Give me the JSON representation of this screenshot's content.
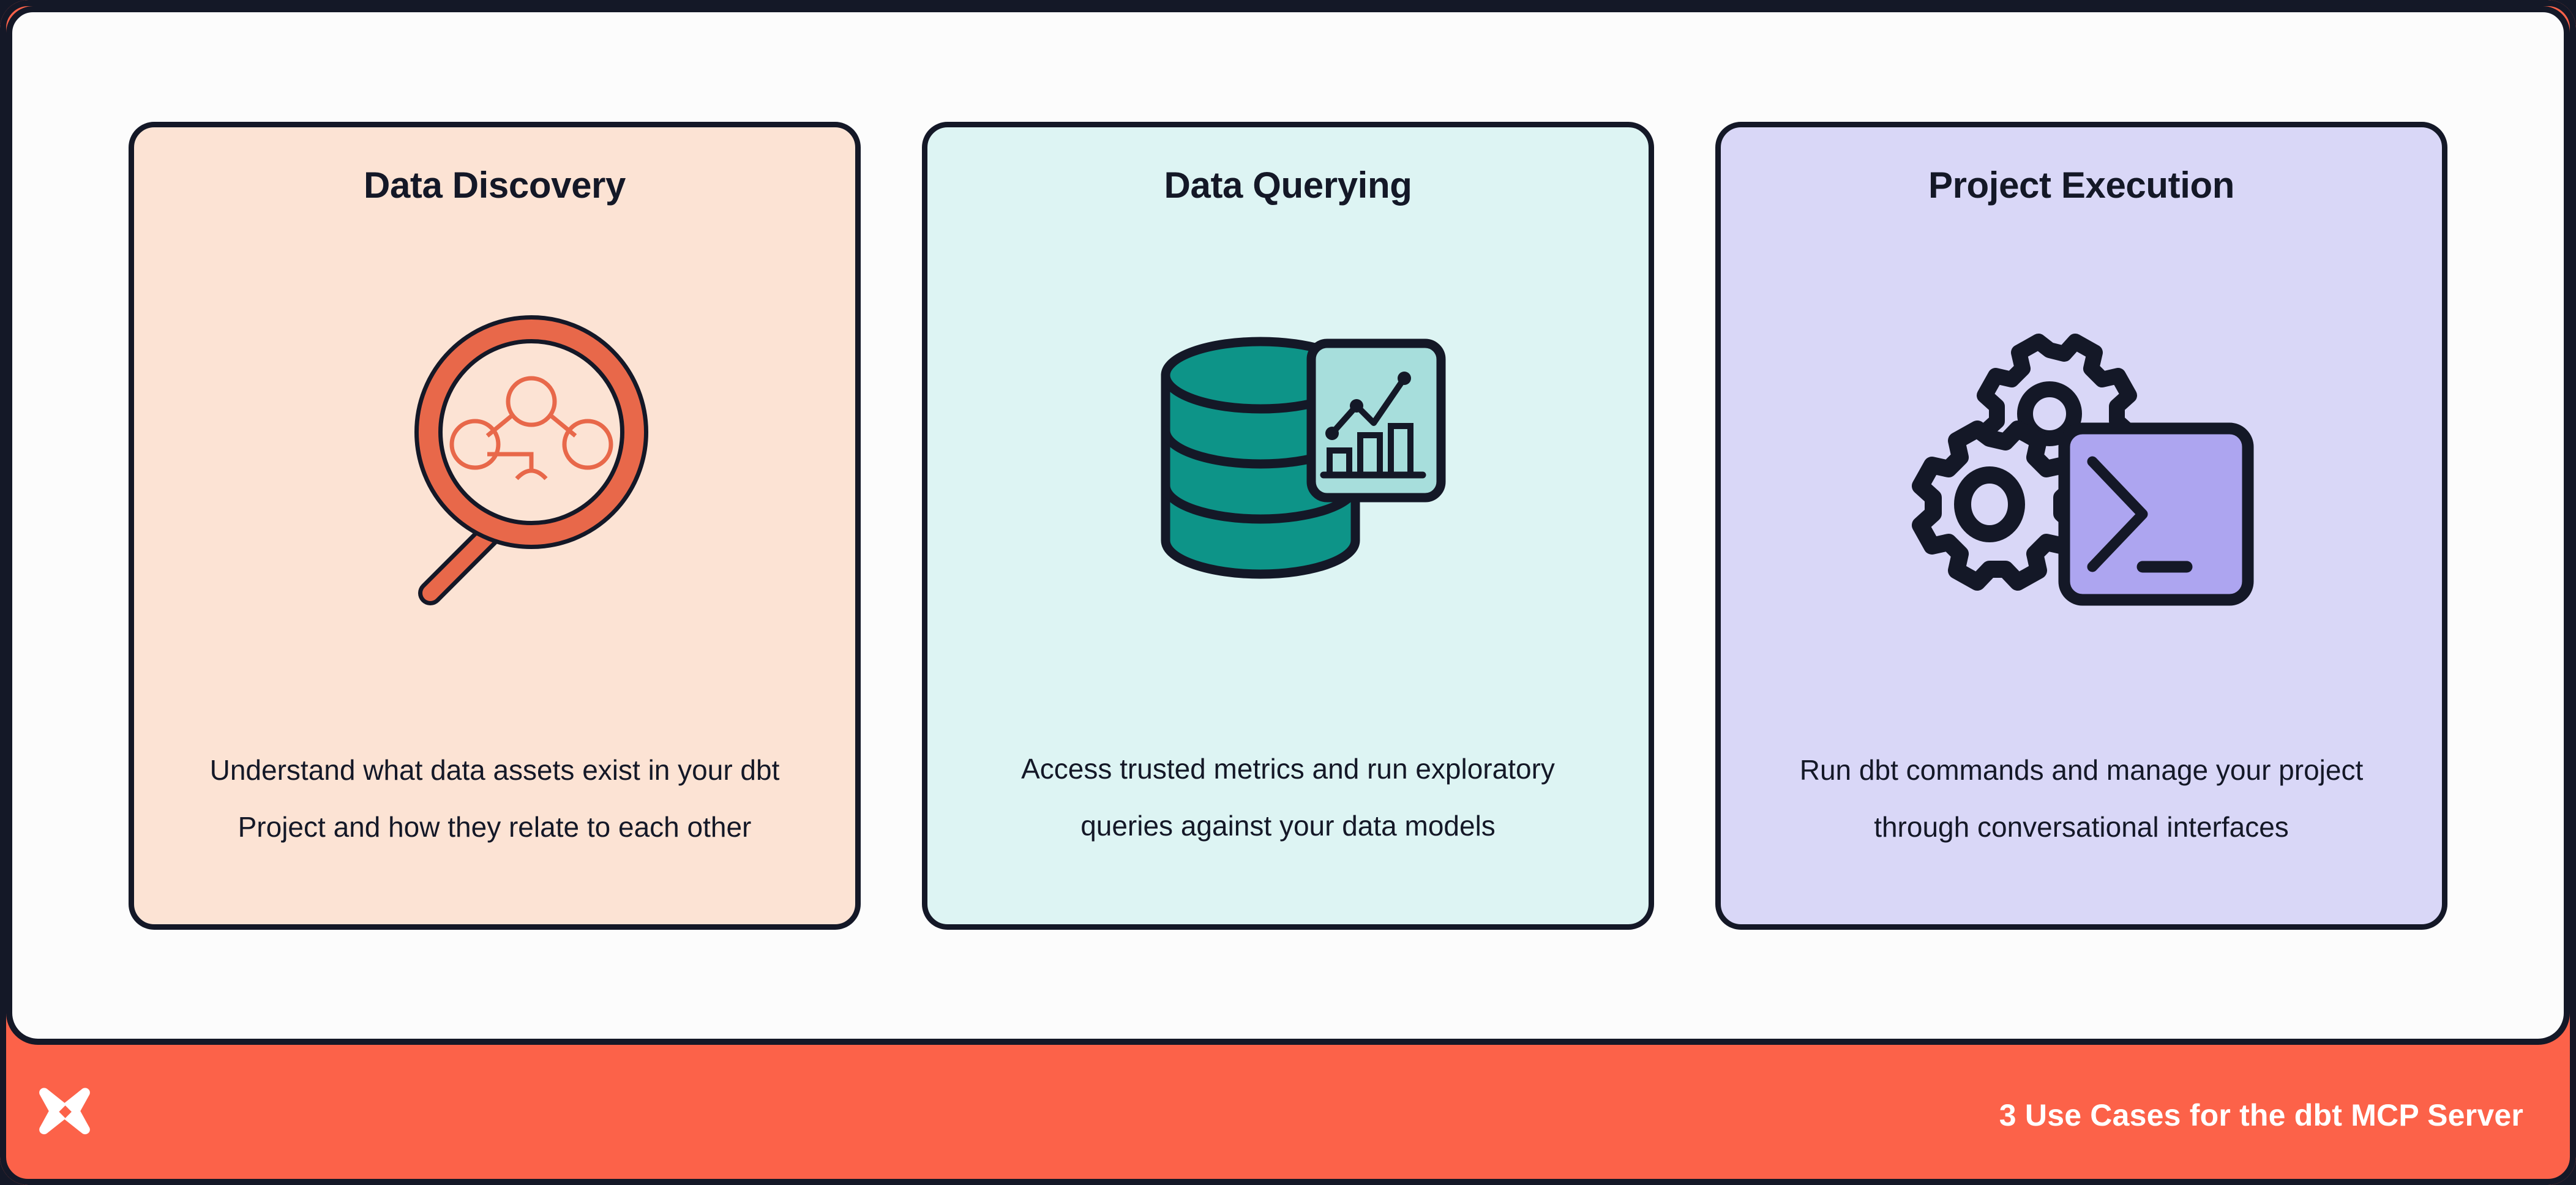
{
  "graphic": {
    "footer": {
      "caption": "3 Use Cases for the dbt MCP Server",
      "logo_icon": "dbt-x-logo-icon",
      "background_color": "#FC6249",
      "text_color": "#FFFFFF"
    },
    "frame": {
      "panel_color": "#FCFCFC",
      "outline_color": "#141827"
    },
    "cards": [
      {
        "id": "data-discovery",
        "title": "Data Discovery",
        "description": "Understand what data assets exist in your dbt Project and how they relate to each other",
        "icon": "magnifying-glass-lineage-icon",
        "background_color": "#FCE3D4",
        "accent_color": "#E8684A",
        "border_color": "#141827"
      },
      {
        "id": "data-querying",
        "title": "Data Querying",
        "description": "Access trusted metrics and run exploratory queries against your data models",
        "icon": "database-chart-icon",
        "background_color": "#DDF4F3",
        "accent_color": "#0D9488",
        "secondary_color": "#A7DEDC",
        "border_color": "#141827"
      },
      {
        "id": "project-execution",
        "title": "Project Execution",
        "description": "Run dbt commands and manage your project through conversational interfaces",
        "icon": "gears-terminal-icon",
        "background_color": "#D9D7F7",
        "accent_color": "#ADA5F0",
        "border_color": "#141827"
      }
    ]
  }
}
